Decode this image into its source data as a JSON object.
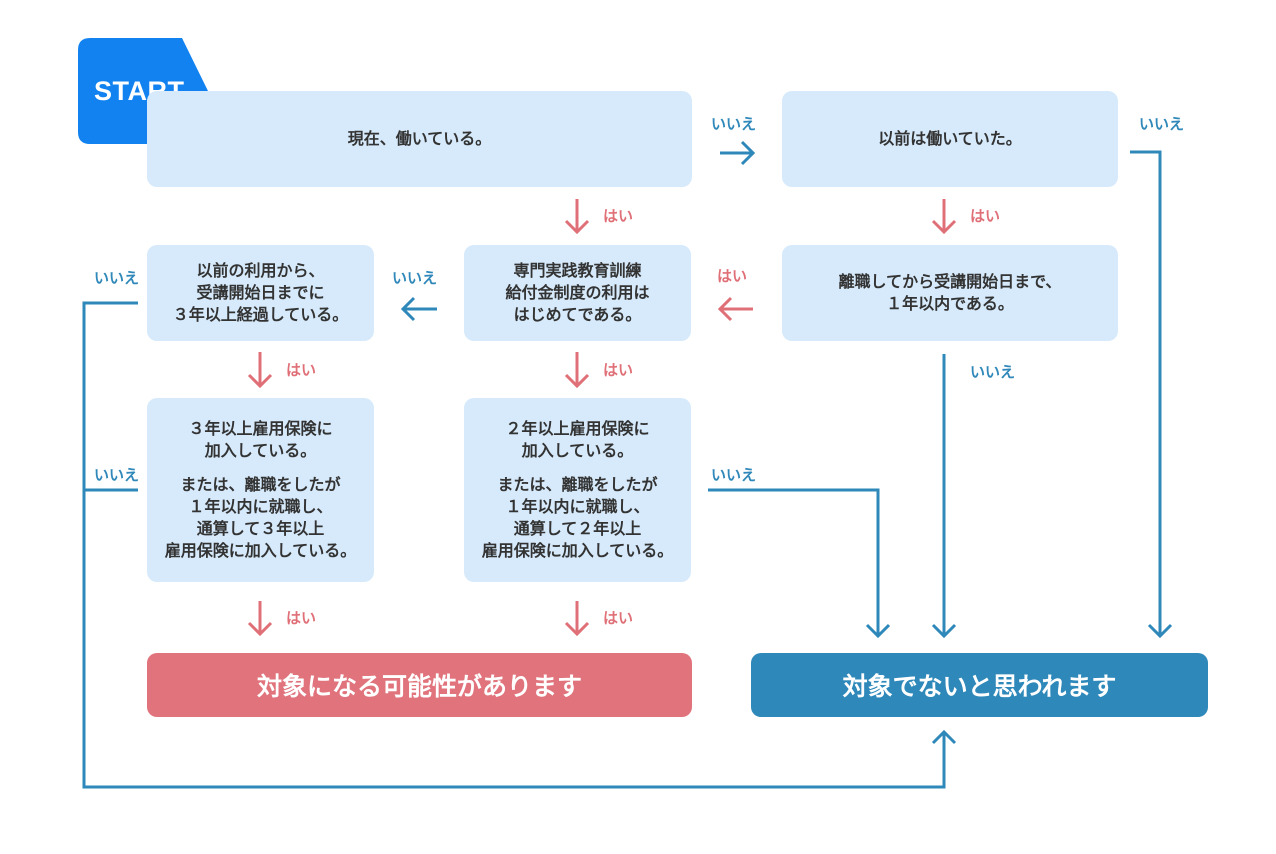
{
  "start": {
    "label": "START"
  },
  "colors": {
    "box_fill": "#d6eafb",
    "yes": "#e07078",
    "no": "#2f88b9",
    "start": "#1182f0",
    "result_yes": "#e0737b",
    "result_no": "#2e88b9"
  },
  "nodes": {
    "q1": {
      "lines": [
        "現在、働いている。"
      ]
    },
    "q2": {
      "lines": [
        "以前は働いていた。"
      ]
    },
    "q3": {
      "lines": [
        "離職してから受講開始日まで、",
        "１年以内である。"
      ]
    },
    "q4": {
      "lines": [
        "専門実践教育訓練",
        "給付金制度の利用は",
        "はじめてである。"
      ]
    },
    "q5": {
      "lines": [
        "以前の利用から、",
        "受講開始日までに",
        "３年以上経過している。"
      ]
    },
    "q6": {
      "lines": [
        "３年以上雇用保険に",
        "加入している。"
      ],
      "lines2": [
        "または、離職をしたが",
        "１年以内に就職し、",
        "通算して３年以上",
        "雇用保険に加入している。"
      ]
    },
    "q7": {
      "lines": [
        "２年以上雇用保険に",
        "加入している。"
      ],
      "lines2": [
        "または、離職をしたが",
        "１年以内に就職し、",
        "通算して２年以上",
        "雇用保険に加入している。"
      ]
    }
  },
  "results": {
    "eligible": "対象になる可能性があります",
    "not_eligible": "対象でないと思われます"
  },
  "labels": {
    "yes": "はい",
    "no": "いいえ"
  }
}
